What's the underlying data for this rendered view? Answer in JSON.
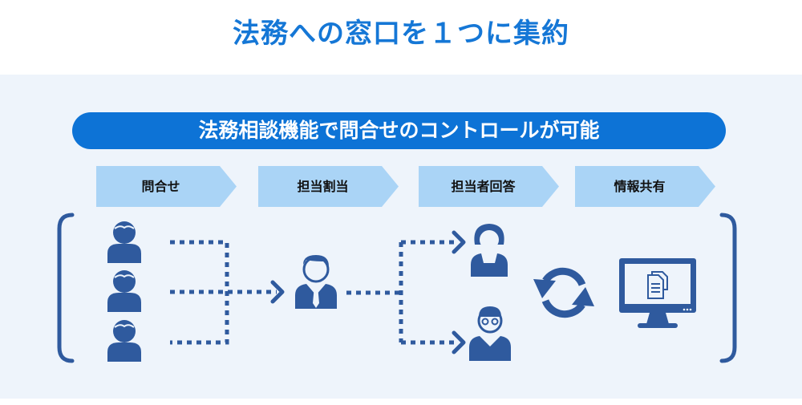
{
  "title": "法務への窓口を１つに集約",
  "banner": "法務相談機能で問合せのコントロールが可能",
  "steps": [
    {
      "label": "問合せ"
    },
    {
      "label": "担当割当"
    },
    {
      "label": "担当者回答"
    },
    {
      "label": "情報共有"
    }
  ],
  "colors": {
    "title": "#1577d6",
    "banner": "#0d73d6",
    "step": "#aad4f6",
    "icon": "#2f5a9e",
    "panel": "#eef4fb"
  }
}
